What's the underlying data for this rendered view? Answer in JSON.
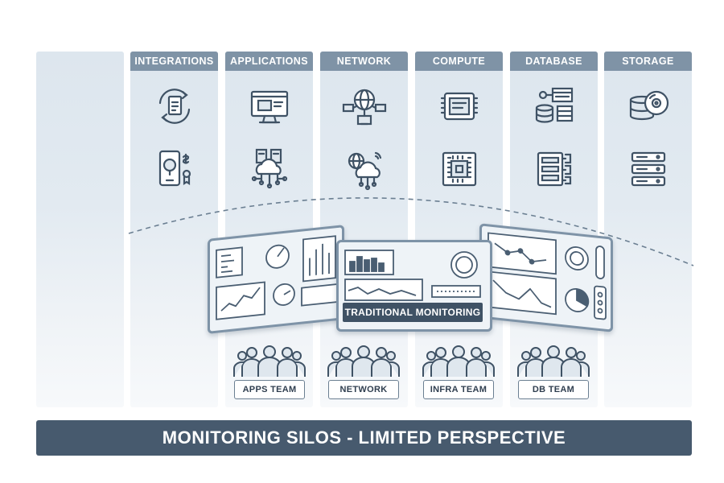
{
  "columns": [
    {
      "label": "",
      "icons": []
    },
    {
      "label": "INTEGRATIONS",
      "icons": [
        "sync-document-icon",
        "mobile-payment-icon"
      ]
    },
    {
      "label": "APPLICATIONS",
      "icons": [
        "monitor-app-icon",
        "cloud-servers-icon"
      ]
    },
    {
      "label": "NETWORK",
      "icons": [
        "globe-network-icon",
        "cloud-network-icon"
      ]
    },
    {
      "label": "COMPUTE",
      "icons": [
        "cpu-chip-icon",
        "processor-icon"
      ]
    },
    {
      "label": "DATABASE",
      "icons": [
        "database-schema-icon",
        "database-server-icon"
      ]
    },
    {
      "label": "STORAGE",
      "icons": [
        "disk-storage-icon",
        "server-rack-icon"
      ]
    }
  ],
  "center_label": "TRADITIONAL MONITORING",
  "teams": [
    {
      "label": "APPS TEAM"
    },
    {
      "label": "NETWORK"
    },
    {
      "label": "INFRA TEAM"
    },
    {
      "label": "DB TEAM"
    }
  ],
  "banner": "MONITORING SILOS - LIMITED PERSPECTIVE",
  "colors": {
    "header": "#7f93a6",
    "banner": "#475a6e",
    "icon_stroke": "#3f5265",
    "panel_border": "#7e93a7"
  }
}
